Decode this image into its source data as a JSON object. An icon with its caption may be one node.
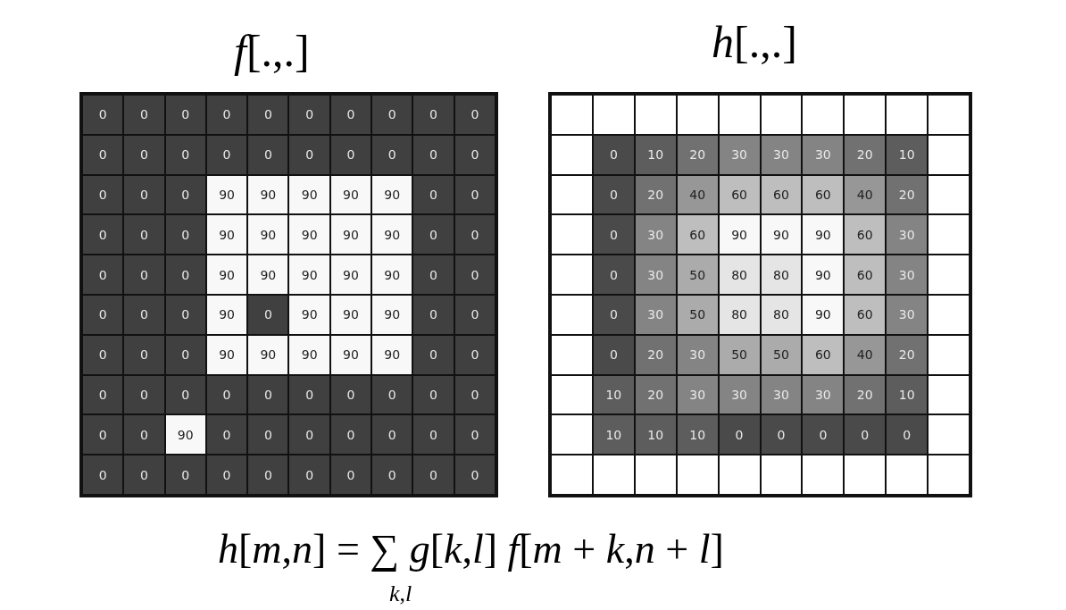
{
  "diagram": {
    "labels": [
      "*f*[.,.]",
      "*h*[.,.]",
      "0",
      "0",
      "0",
      "0",
      "0",
      "0",
      "0",
      "0",
      "0",
      "0",
      "0",
      "0",
      "0",
      "0",
      "0",
      "0",
      "0",
      "0",
      "0",
      "0",
      "0",
      "0",
      "0",
      "90",
      "90",
      "90",
      "90",
      "90",
      "0",
      "0",
      "0",
      "0",
      "0",
      "90",
      "90",
      "90",
      "90",
      "90",
      "0",
      "0",
      "0",
      "0",
      "0",
      "90",
      "90",
      "90",
      "90",
      "90",
      "0",
      "0",
      "0",
      "0",
      "0",
      "90",
      "0",
      "90",
      "90",
      "90",
      "0",
      "0",
      "0",
      "0",
      "0",
      "90",
      "90",
      "90",
      "90",
      "90",
      "0",
      "0",
      "0",
      "0",
      "0",
      "0",
      "0",
      "0",
      "0",
      "0",
      "0",
      "0",
      "0",
      "0",
      "90",
      "0",
      "0",
      "0",
      "0",
      "0",
      "0",
      "0",
      "0",
      "0",
      "0",
      "0",
      "0",
      "0",
      "0",
      "0",
      "0",
      "0",
      "0",
      "10",
      "20",
      "30",
      "30",
      "30",
      "20",
      "10",
      "0",
      "20",
      "40",
      "60",
      "60",
      "60",
      "40",
      "20",
      "0",
      "30",
      "60",
      "90",
      "90",
      "90",
      "60",
      "30",
      "0",
      "30",
      "50",
      "80",
      "80",
      "90",
      "60",
      "30",
      "0",
      "30",
      "50",
      "80",
      "80",
      "90",
      "60",
      "30",
      "0",
      "20",
      "30",
      "50",
      "50",
      "60",
      "40",
      "20",
      "10",
      "20",
      "30",
      "30",
      "30",
      "30",
      "20",
      "10",
      "10",
      "10",
      "10",
      "0",
      "0",
      "0",
      "0",
      "0",
      "*h*[*m*,*n*] = ∑ *g*[*k*,*l*] *f*[*m* + *k*,*n* + *l*]",
      "*k*,*l*"
    ]
  }
}
